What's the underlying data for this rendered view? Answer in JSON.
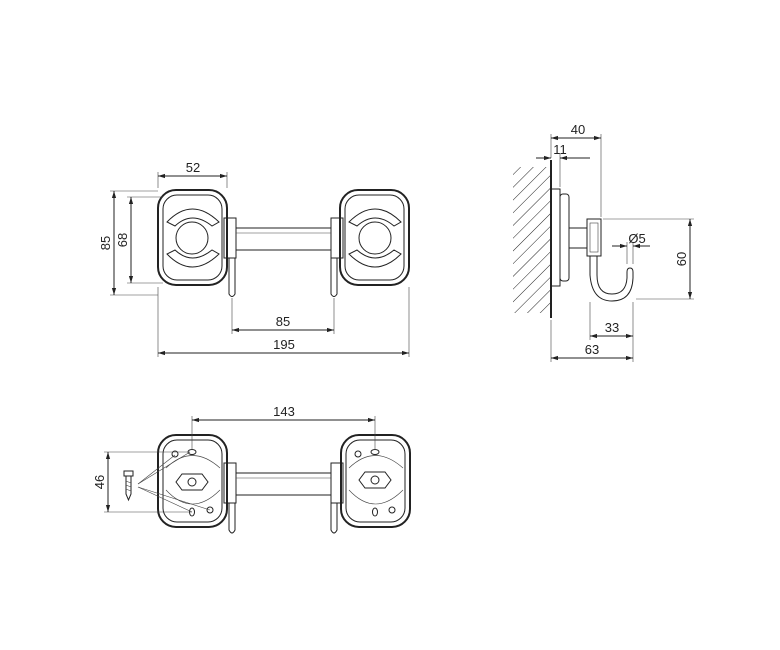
{
  "front_view": {
    "dims": {
      "d52": "52",
      "d85_h": "85",
      "d68": "68",
      "d85_w": "85",
      "d195": "195"
    }
  },
  "side_view": {
    "dims": {
      "d40": "40",
      "d11": "11",
      "d5": "Ø5",
      "d60": "60",
      "d33": "33",
      "d63": "63"
    }
  },
  "back_view": {
    "dims": {
      "d143": "143",
      "d46": "46"
    }
  }
}
